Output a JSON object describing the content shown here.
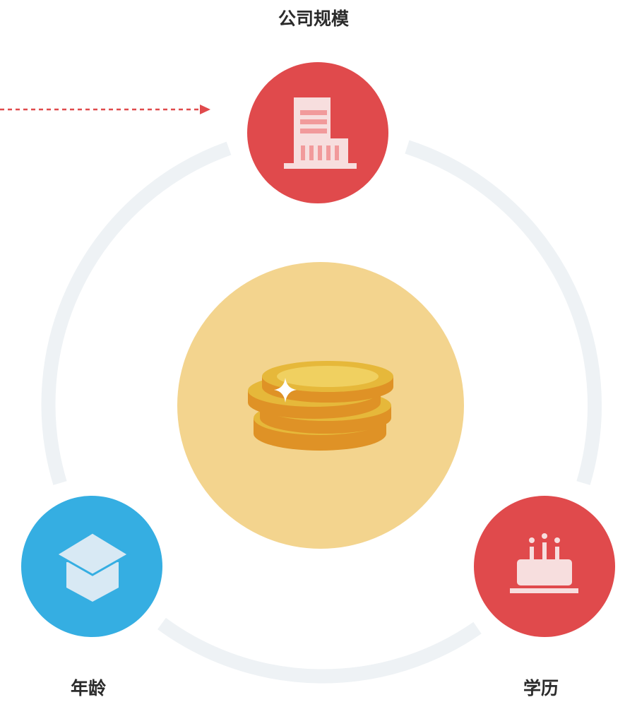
{
  "labels": {
    "top": "公司规模",
    "bottom_left": "年龄",
    "bottom_right": "学历"
  },
  "nodes": {
    "top": {
      "icon": "building-icon",
      "color": "#e04a4c"
    },
    "bottom_left": {
      "icon": "graduation-cap-icon",
      "color": "#35aee2"
    },
    "bottom_right": {
      "icon": "birthday-cake-icon",
      "color": "#e04a4c"
    },
    "center": {
      "icon": "gold-coins-icon",
      "color": "#f3d48e"
    }
  },
  "colors": {
    "ring": "#eef2f5",
    "arrow": "#e04a4c",
    "coin_light": "#f0d060",
    "coin_mid": "#e6b83a",
    "coin_dark": "#df9226"
  }
}
